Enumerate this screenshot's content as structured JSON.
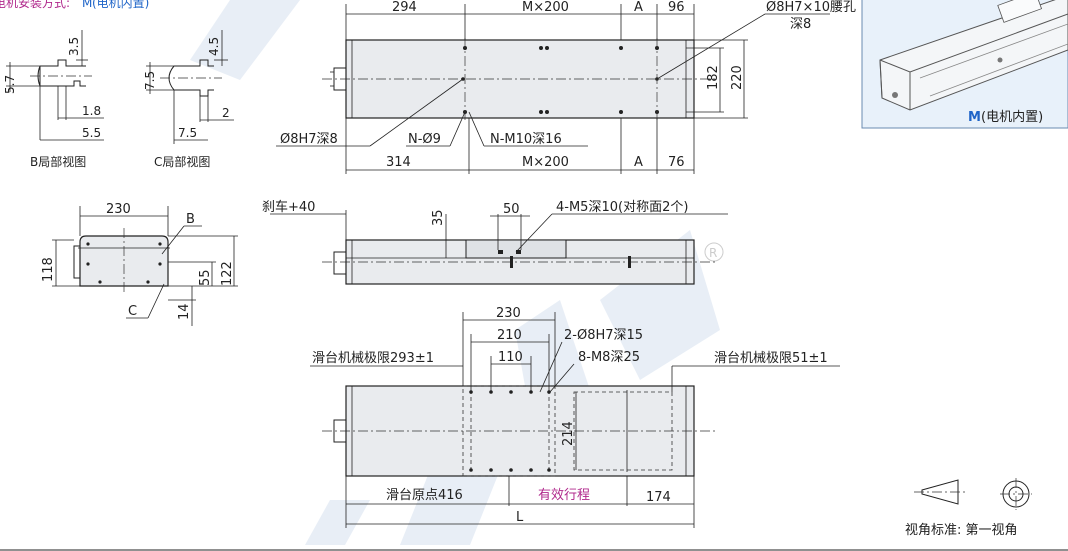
{
  "colors": {
    "line": "#222222",
    "body_fill": "#e9ebee",
    "accent_purple": "#b0288c",
    "accent_blue": "#1e64c8",
    "photo_bg": "#e8f1fa",
    "watermark": "#d6e0ee"
  },
  "header": {
    "prefix": "电机安装方式:",
    "code": "M",
    "suffix": "(电机内置)"
  },
  "photo_caption": {
    "code": "M",
    "text": "(电机内置)"
  },
  "detail_b": {
    "dims": [
      "3.5",
      "5.7",
      "1.8",
      "5.5"
    ],
    "caption": "B局部视图"
  },
  "detail_c": {
    "dims": [
      "4.5",
      "7.5",
      "2",
      "7.5"
    ],
    "caption": "C局部视图"
  },
  "top_view": {
    "top_dims": [
      "294",
      "M×200",
      "A",
      "96"
    ],
    "top_note_1": "Ø8H7×10腰孔",
    "top_note_2": "深8",
    "right_dims": [
      "182",
      "220"
    ],
    "bottom_dims": [
      "314",
      "M×200",
      "A",
      "76"
    ],
    "notes": [
      "Ø8H7深8",
      "N-Ø9",
      "N-M10深16"
    ]
  },
  "end_view": {
    "width": "230",
    "label_b": "B",
    "label_c": "C",
    "height_left": "118",
    "height_right": "122",
    "dim_55": "55",
    "dim_14": "14"
  },
  "side_view": {
    "brake": "刹车+40",
    "dim_35": "35",
    "dim_50": "50",
    "note": "4-M5深10(对称面2个)"
  },
  "bottom_view": {
    "dims_top": [
      "230",
      "210",
      "110"
    ],
    "note_1": "2-Ø8H7深15",
    "note_2": "8-M8深25",
    "limit_left": "滑台机械极限293±1",
    "limit_right": "滑台机械极限51±1",
    "dim_214": "214",
    "origin": "滑台原点416",
    "stroke": "有效行程",
    "dim_174": "174",
    "total": "L"
  },
  "projection": {
    "label": "视角标准: 第一视角"
  }
}
